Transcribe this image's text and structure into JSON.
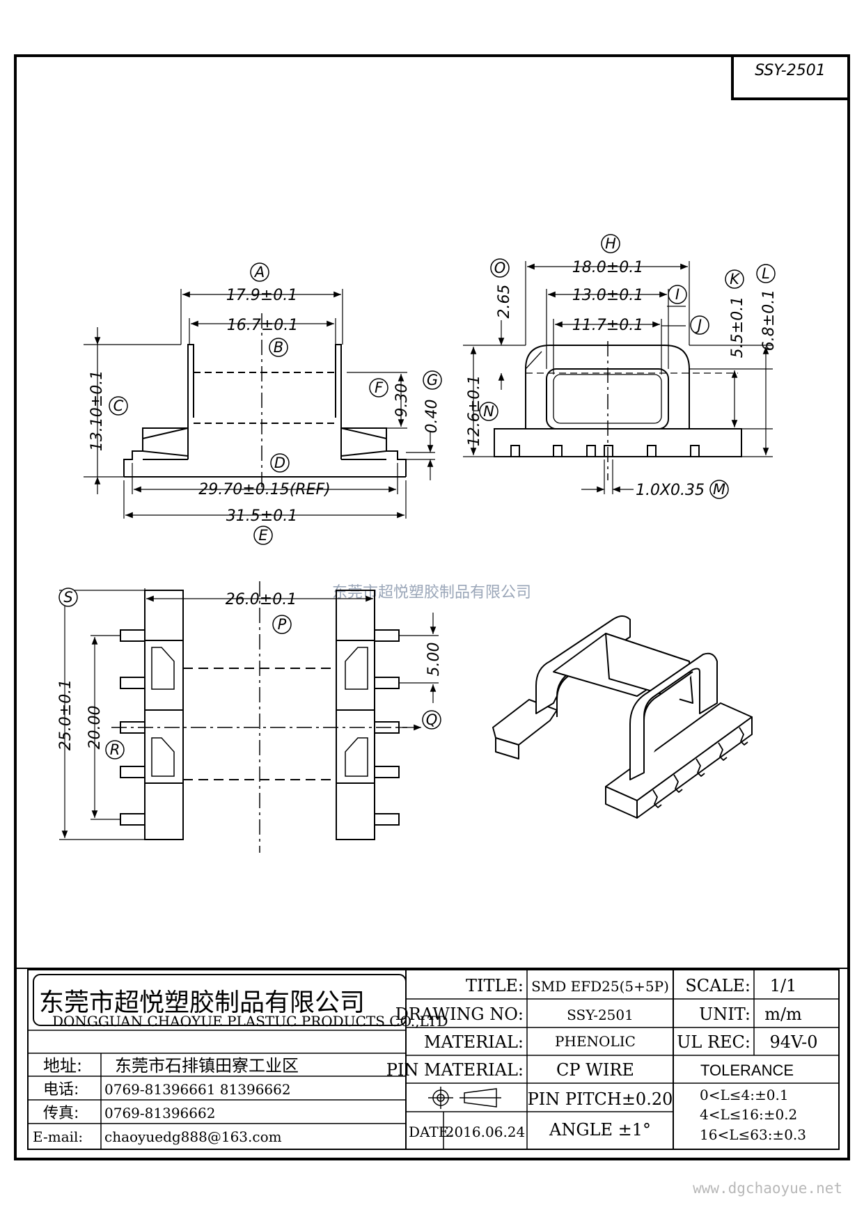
{
  "drawing_code": "SSY-2501",
  "watermark": "东莞市超悦塑胶制品有限公司",
  "site_url": "www.dgchaoyue.net",
  "view_side": {
    "labels": {
      "A": "A",
      "B": "B",
      "C": "C",
      "D": "D",
      "E": "E",
      "F": "F",
      "G": "G"
    },
    "dims": {
      "A": "17.9±0.1",
      "B": "16.7±0.1",
      "C": "13.10±0.1",
      "D": "29.70±0.15(REF)",
      "E": "31.5±0.1",
      "F": "9.30",
      "G": "0.40"
    }
  },
  "view_front": {
    "labels": {
      "H": "H",
      "I": "I",
      "J": "J",
      "K": "K",
      "L": "L",
      "M": "M",
      "N": "N",
      "O": "O"
    },
    "dims": {
      "H": "18.0±0.1",
      "I": "13.0±0.1",
      "J": "11.7±0.1",
      "K": "5.5±0.1",
      "L": "6.8±0.1",
      "M": "1.0X0.35",
      "N": "12.6±0.1",
      "O": "2.65"
    }
  },
  "view_top": {
    "labels": {
      "P": "P",
      "Q": "Q",
      "R": "R",
      "S": "S"
    },
    "dims": {
      "P": "26.0±0.1",
      "Q": "5.00",
      "R": "20.00",
      "S": "25.0±0.1"
    }
  },
  "title_block": {
    "company_cn": "东莞市超悦塑胶制品有限公司",
    "company_en": "DONGGUAN CHAOYUE PLASTUC PRODUCTS CO.,LTD",
    "address_label": "地址:",
    "address": "东莞市石排镇田寮工业区",
    "phone_label": "电话:",
    "phone": "0769-81396661  81396662",
    "fax_label": "传真:",
    "fax": "0769-81396662",
    "email_label": "E-mail:",
    "email": "chaoyuedg888@163.com",
    "title_label": "TITLE:",
    "title_value": "SMD EFD25(5+5P)",
    "drawing_no_label": "DRAWING NO:",
    "drawing_no_value": "SSY-2501",
    "material_label": "MATERIAL:",
    "material_value": "PHENOLIC",
    "pin_material_label": "PIN MATERIAL:",
    "pin_material_value": "CP WIRE",
    "pin_pitch": "PIN PITCH±0.20",
    "date_label": "DATE:",
    "date_value": "2016.06.24",
    "angle": "ANGLE  ±1°",
    "scale_label": "SCALE:",
    "scale_value": "1/1",
    "unit_label": "UNIT:",
    "unit_value": "m/m",
    "ul_label": "UL REC:",
    "ul_value": "94V-0",
    "tolerance_label": "TOLERANCE",
    "tolerance_rows": [
      "0<L≤4:±0.1",
      "4<L≤16:±0.2",
      "16<L≤63:±0.3"
    ]
  }
}
